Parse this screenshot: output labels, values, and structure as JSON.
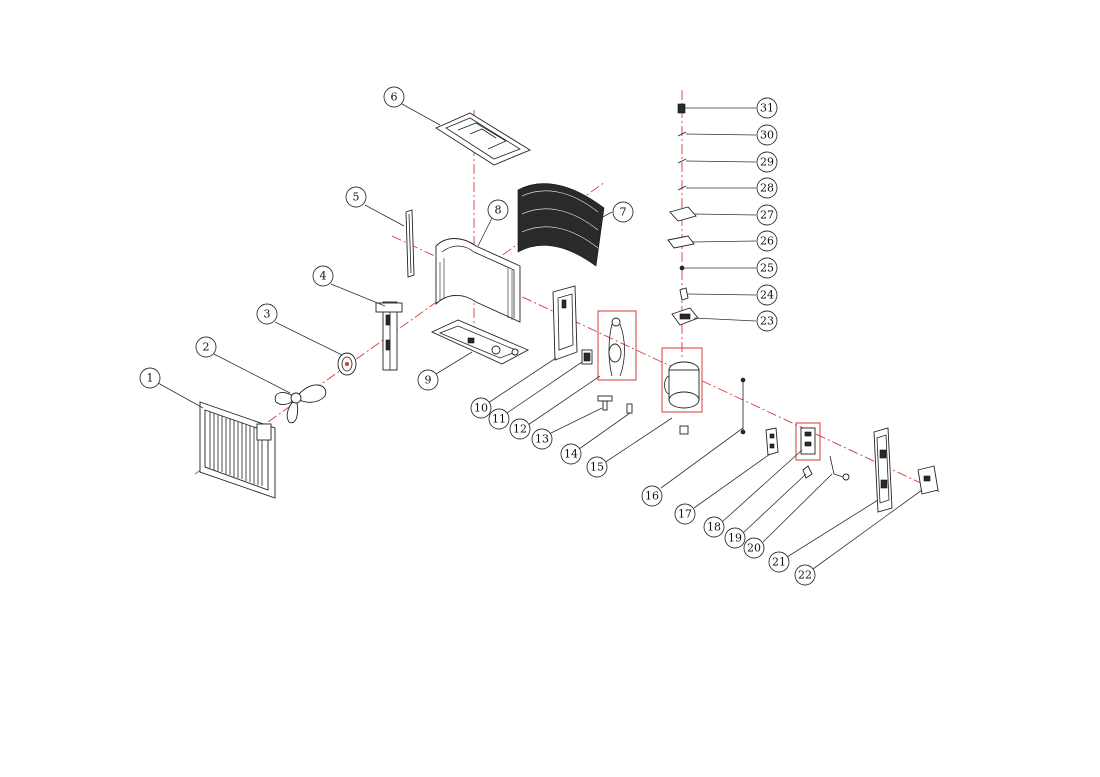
{
  "callouts": [
    "1",
    "2",
    "3",
    "4",
    "5",
    "6",
    "7",
    "8",
    "9",
    "10",
    "11",
    "12",
    "13",
    "14",
    "15",
    "16",
    "17",
    "18",
    "19",
    "20",
    "21",
    "22",
    "23",
    "24",
    "25",
    "26",
    "27",
    "28",
    "29",
    "30",
    "31"
  ],
  "colors": {
    "axis": "#d83a3a",
    "ink": "#222222",
    "background": "#ffffff"
  }
}
